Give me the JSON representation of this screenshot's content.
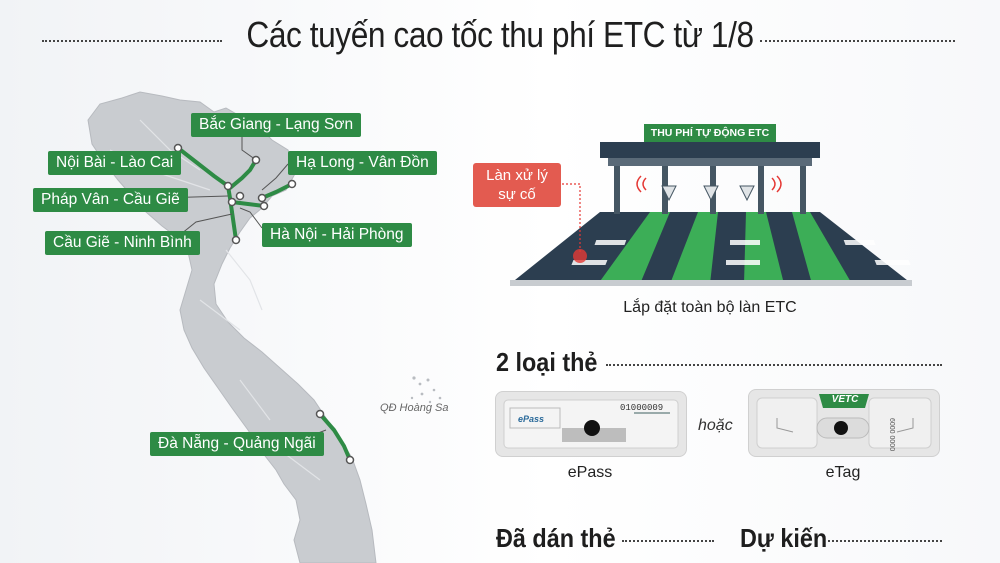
{
  "title": "Các tuyến cao tốc thu phí ETC từ 1/8",
  "map": {
    "routes": [
      {
        "label": "Bắc Giang - Lạng Sơn"
      },
      {
        "label": "Nội Bài - Lào Cai"
      },
      {
        "label": "Hạ Long - Vân Đồn"
      },
      {
        "label": "Pháp Vân - Cầu Giẽ"
      },
      {
        "label": "Hà Nội - Hải Phòng"
      },
      {
        "label": "Cầu Giẽ - Ninh Bình"
      },
      {
        "label": "Đà Nẵng - Quảng Ngãi"
      }
    ],
    "islands_label": "QĐ Hoàng Sa",
    "route_color": "#2e8b45",
    "land_color": "#c9ccd0"
  },
  "toll": {
    "gantry_sign": "THU PHÍ TỰ ĐỘNG ETC",
    "incident_lane": "Làn xử lý sự cố",
    "caption": "Lắp đặt toàn bộ làn ETC"
  },
  "cards": {
    "heading": "2 loại thẻ",
    "or_text": "hoặc",
    "epass": {
      "brand": "ePass",
      "code": "01000009",
      "name": "ePass"
    },
    "etag": {
      "brand": "VETC",
      "code": "6000 0000",
      "name": "eTag"
    }
  },
  "footer": {
    "left_heading": "Đã dán thẻ",
    "right_heading": "Dự kiến"
  }
}
